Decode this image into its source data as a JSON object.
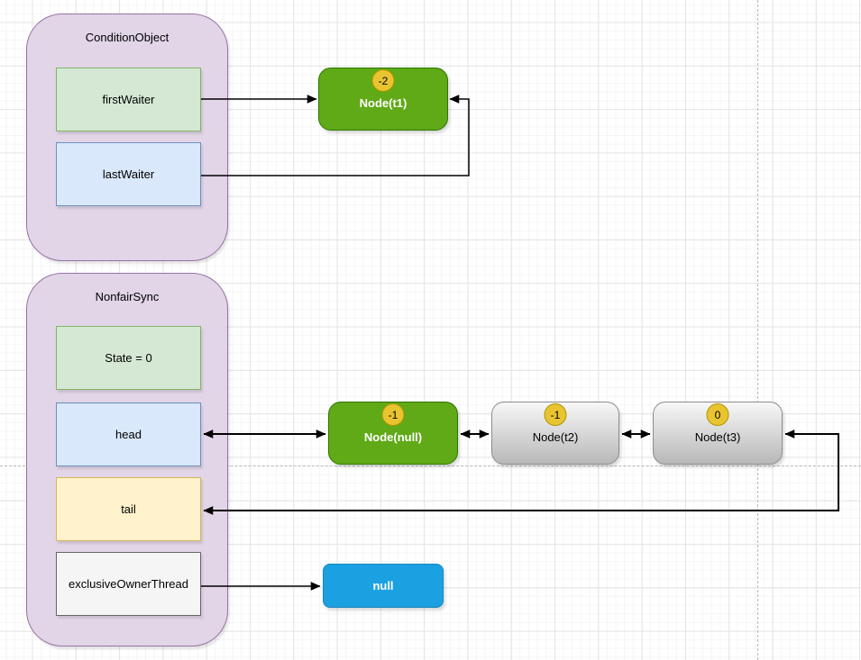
{
  "canvas": {
    "background": "#ffffff",
    "grid_minor_color": "#f5f5f5",
    "grid_major_color": "#e4e4e4",
    "page_break_color": "#b8b8b8"
  },
  "containers": [
    {
      "title": "ConditionObject",
      "fields": [
        {
          "label": "firstWaiter",
          "fill": "#d5e8d4",
          "stroke": "#82b366"
        },
        {
          "label": "lastWaiter",
          "fill": "#dae8fc",
          "stroke": "#6c8ebf"
        }
      ]
    },
    {
      "title": "NonfairSync",
      "fields": [
        {
          "label": "State = 0",
          "fill": "#d5e8d4",
          "stroke": "#82b366"
        },
        {
          "label": "head",
          "fill": "#dae8fc",
          "stroke": "#6c8ebf"
        },
        {
          "label": "tail",
          "fill": "#fff2cc",
          "stroke": "#d6b656"
        },
        {
          "label": "exclusiveOwnerThread",
          "fill": "#f5f5f5",
          "stroke": "#666666"
        }
      ]
    }
  ],
  "nodes": [
    {
      "label": "Node(t1)",
      "badge": "-2",
      "style": "green",
      "fill": "#60a917",
      "stroke": "#2d7600",
      "text_color": "#ffffff"
    },
    {
      "label": "Node(null)",
      "badge": "-1",
      "style": "green",
      "fill": "#60a917",
      "stroke": "#2d7600",
      "text_color": "#ffffff"
    },
    {
      "label": "Node(t2)",
      "badge": "-1",
      "style": "gray",
      "fill": "#f7f7f7",
      "stroke": "#8c8c8c",
      "text_color": "#000000"
    },
    {
      "label": "Node(t3)",
      "badge": "0",
      "style": "gray",
      "fill": "#f7f7f7",
      "stroke": "#8c8c8c",
      "text_color": "#000000"
    }
  ],
  "null_box": {
    "label": "null",
    "fill": "#1ba1e2",
    "text_color": "#ffffff"
  },
  "badge_style": {
    "fill": "#e8c430",
    "stroke": "#b09500"
  },
  "container_style": {
    "fill": "#e1d5e7",
    "stroke": "#9673a6"
  },
  "edge_color": "#000000",
  "edges": [
    {
      "from": "firstWaiter",
      "to": "Node(t1)",
      "direction": "one-way"
    },
    {
      "from": "lastWaiter",
      "to": "Node(t1)",
      "direction": "one-way"
    },
    {
      "from": "head",
      "to": "Node(null)",
      "direction": "two-way"
    },
    {
      "from": "Node(null)",
      "to": "Node(t2)",
      "direction": "two-way"
    },
    {
      "from": "Node(t2)",
      "to": "Node(t3)",
      "direction": "two-way"
    },
    {
      "from": "tail",
      "to": "Node(t3)",
      "direction": "two-way"
    },
    {
      "from": "exclusiveOwnerThread",
      "to": "null",
      "direction": "one-way"
    }
  ]
}
